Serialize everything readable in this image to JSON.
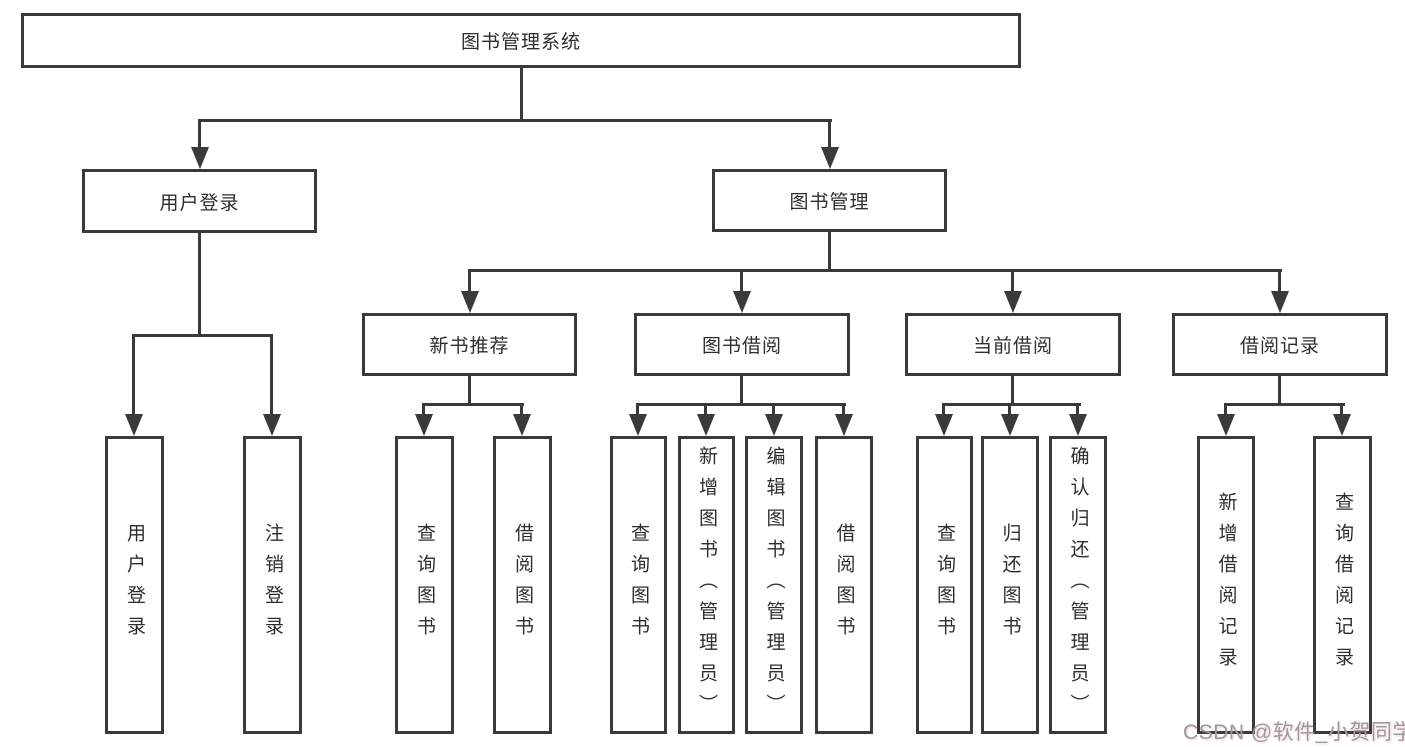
{
  "diagram": {
    "root": {
      "label": "图书管理系统"
    },
    "level2": [
      {
        "label": "用户登录"
      },
      {
        "label": "图书管理"
      }
    ],
    "level3": [
      {
        "label": "新书推荐"
      },
      {
        "label": "图书借阅"
      },
      {
        "label": "当前借阅"
      },
      {
        "label": "借阅记录"
      }
    ],
    "leaves": {
      "user_login": [
        {
          "label": "用户登录"
        },
        {
          "label": "注销登录"
        }
      ],
      "new_books": [
        {
          "label": "查询图书"
        },
        {
          "label": "借阅图书"
        }
      ],
      "book_borrow": [
        {
          "label": "查询图书"
        },
        {
          "label": "新增图书（管理员）"
        },
        {
          "label": "编辑图书（管理员）"
        },
        {
          "label": "借阅图书"
        }
      ],
      "current_borrow": [
        {
          "label": "查询图书"
        },
        {
          "label": "归还图书"
        },
        {
          "label": "确认归还（管理员）"
        }
      ],
      "borrow_records": [
        {
          "label": "新增借阅记录"
        },
        {
          "label": "查询借阅记录"
        }
      ]
    }
  },
  "watermark": {
    "text": "CSDN @软件_小贺同学"
  },
  "colors": {
    "line": "#3a3a3a",
    "box_fill": "#ffffff",
    "text": "#2e2e2e",
    "watermark": "#9b9b9b"
  }
}
